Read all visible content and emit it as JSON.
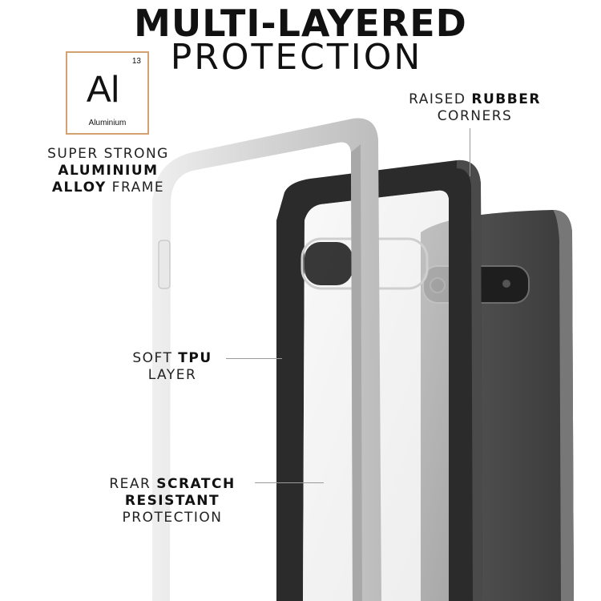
{
  "title": {
    "line1": "MULTI-LAYERED",
    "line2": "PROTECTION"
  },
  "element": {
    "symbol": "Al",
    "number": "13",
    "name": "Aluminium"
  },
  "labels": {
    "frame": {
      "l1": "SUPER STRONG",
      "l2": "ALUMINIUM",
      "l3a": "ALLOY",
      "l3b": " FRAME"
    },
    "rubber": {
      "l1a": "RAISED ",
      "l1b": "RUBBER",
      "l2": "CORNERS"
    },
    "tpu": {
      "l1a": "SOFT ",
      "l1b": "TPU",
      "l2": "LAYER"
    },
    "rear": {
      "l1a": "REAR ",
      "l1b": "SCRATCH",
      "l2": "RESISTANT",
      "l3": "PROTECTION"
    }
  },
  "colors": {
    "accent_border": "#d4a170",
    "frame_silver": "#d9d9d9",
    "bumper_black": "#2b2b2b",
    "phone_body": "#3a3a3a"
  }
}
